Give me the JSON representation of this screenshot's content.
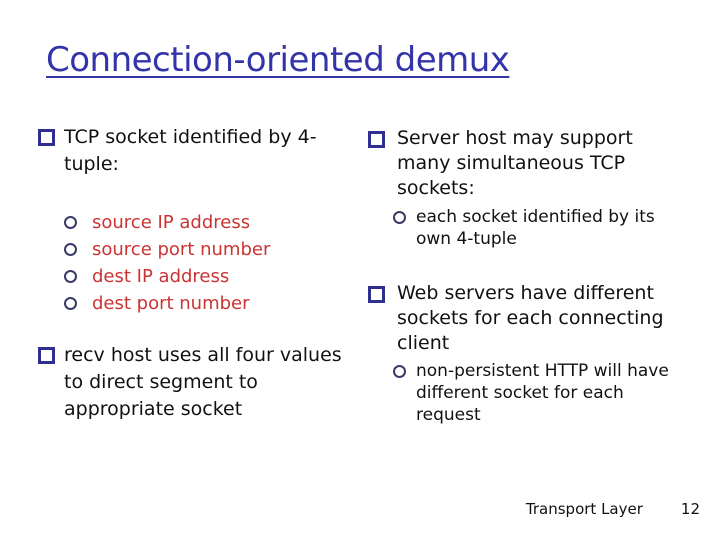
{
  "slide": {
    "title": "Connection-oriented demux",
    "colors": {
      "title_blue": "#3333aa",
      "bullet_navy": "#2f2f8f",
      "sub_bullet_navy": "#3a3a66",
      "accent_red": "#cc3333",
      "body_text": "#111111",
      "background": "#ffffff"
    },
    "left": {
      "bullet1": "TCP socket identified by 4-tuple:",
      "sub_items": [
        "source IP address",
        "source port number",
        "dest IP address",
        "dest port number"
      ],
      "bullet2": "recv host uses all four values to direct segment to appropriate socket"
    },
    "right": {
      "bullet1": "Server host may support many simultaneous TCP sockets:",
      "sub1": "each socket identified by its own 4-tuple",
      "bullet2": "Web servers have different sockets for each connecting client",
      "sub2": "non-persistent HTTP will have different socket for each request"
    },
    "footer": {
      "label": "Transport Layer",
      "page": "12"
    }
  }
}
